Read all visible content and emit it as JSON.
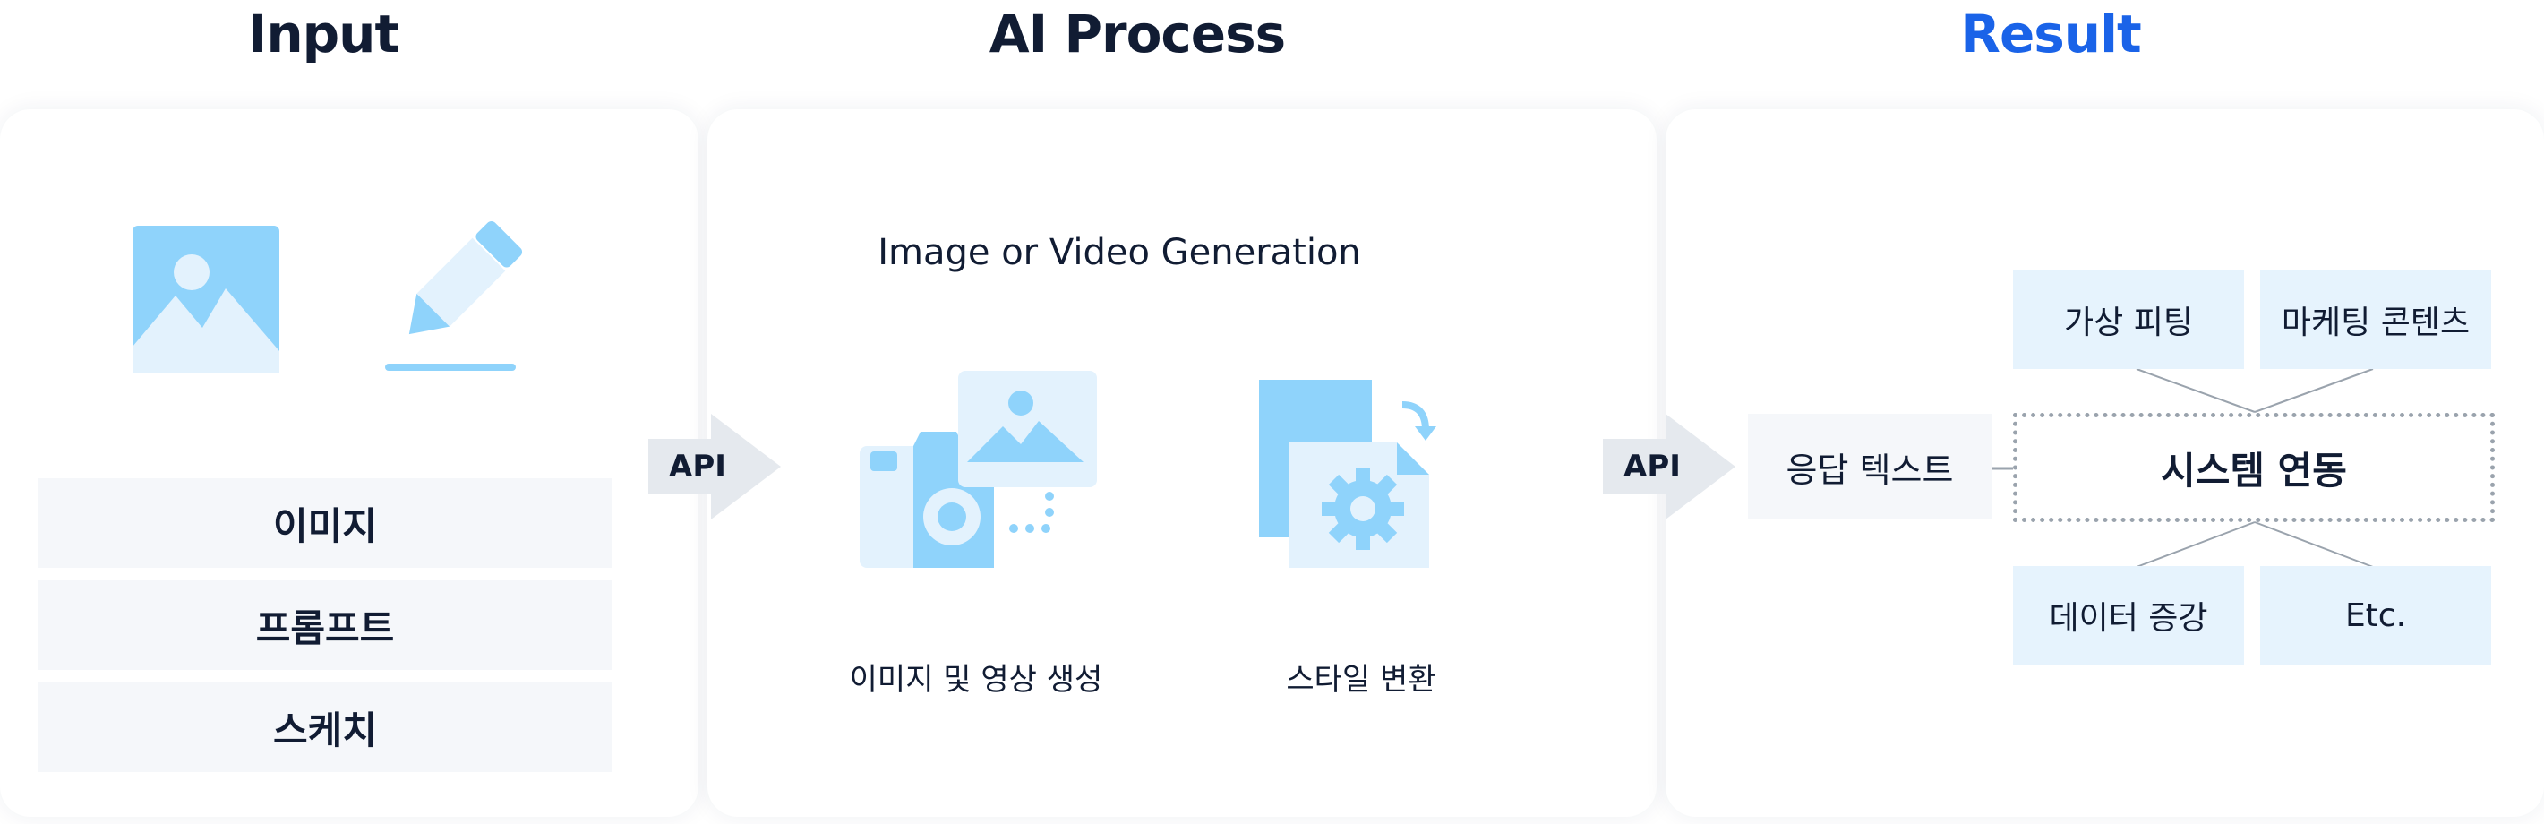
{
  "headings": {
    "input": "Input",
    "ai_process": "AI Process",
    "result": "Result"
  },
  "colors": {
    "heading": "#111c33",
    "result_heading": "#1a63e8",
    "icon_blue": "#8fd3fb",
    "icon_light": "#e3f2fd",
    "box_fill": "#e6f3fd",
    "neutral_fill": "#f5f7fa"
  },
  "input": {
    "icons": [
      "image-icon",
      "pencil-icon"
    ],
    "rows": [
      "이미지",
      "프롬프트",
      "스케치"
    ]
  },
  "api_labels": [
    "API",
    "API"
  ],
  "process": {
    "subtitle": "Image or Video Generation",
    "items": [
      {
        "icon": "camera-image-icon",
        "label": "이미지 및 영상 생성"
      },
      {
        "icon": "document-gear-icon",
        "label": "스타일 변환"
      }
    ]
  },
  "result": {
    "response": "응답 텍스트",
    "system": "시스템 연동",
    "boxes": [
      "가상 피팅",
      "마케팅 콘텐츠",
      "데이터 증강",
      "Etc."
    ]
  }
}
